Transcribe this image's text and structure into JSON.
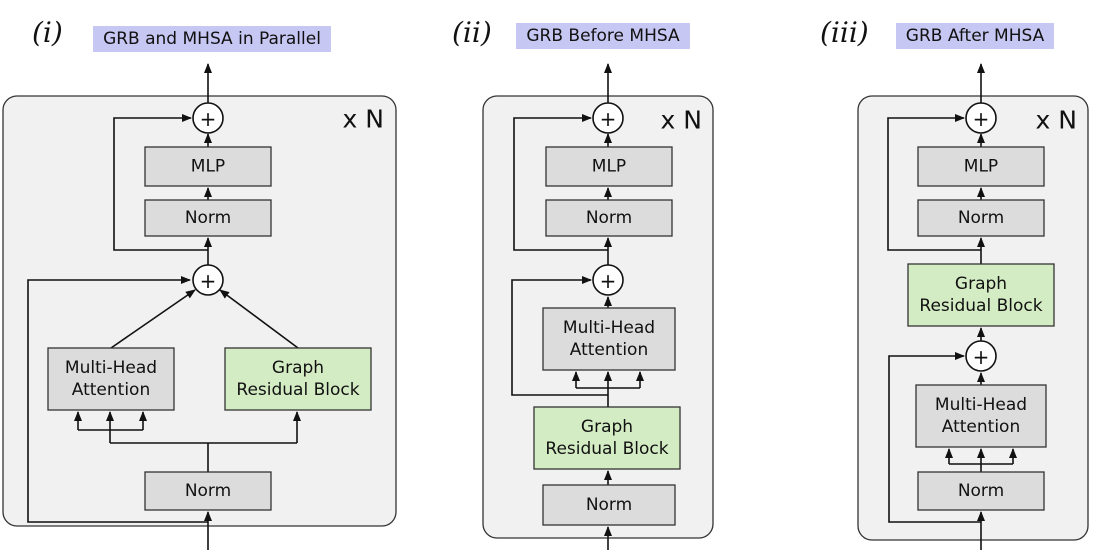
{
  "colors": {
    "panel_fill": "#f1f1f1",
    "gray_block": "#dcdcdc",
    "green_block": "#d4ecc4",
    "title_highlight": "#c7c7f3"
  },
  "plus_symbol": "+",
  "repeat_label": "x N",
  "variants": [
    {
      "numeral": "(i)",
      "title": "GRB and MHSA in Parallel",
      "blocks": {
        "mlp": [
          "MLP"
        ],
        "norm_top": [
          "Norm"
        ],
        "mhsa": [
          "Multi-Head",
          "Attention"
        ],
        "grb": [
          "Graph",
          "Residual Block"
        ],
        "norm_bottom": [
          "Norm"
        ]
      }
    },
    {
      "numeral": "(ii)",
      "title": "GRB Before MHSA",
      "blocks": {
        "mlp": [
          "MLP"
        ],
        "norm_top": [
          "Norm"
        ],
        "mhsa": [
          "Multi-Head",
          "Attention"
        ],
        "grb": [
          "Graph",
          "Residual Block"
        ],
        "norm_bottom": [
          "Norm"
        ]
      }
    },
    {
      "numeral": "(iii)",
      "title": "GRB After MHSA",
      "blocks": {
        "mlp": [
          "MLP"
        ],
        "norm_top": [
          "Norm"
        ],
        "grb": [
          "Graph",
          "Residual Block"
        ],
        "mhsa": [
          "Multi-Head",
          "Attention"
        ],
        "norm_bottom": [
          "Norm"
        ]
      }
    }
  ]
}
